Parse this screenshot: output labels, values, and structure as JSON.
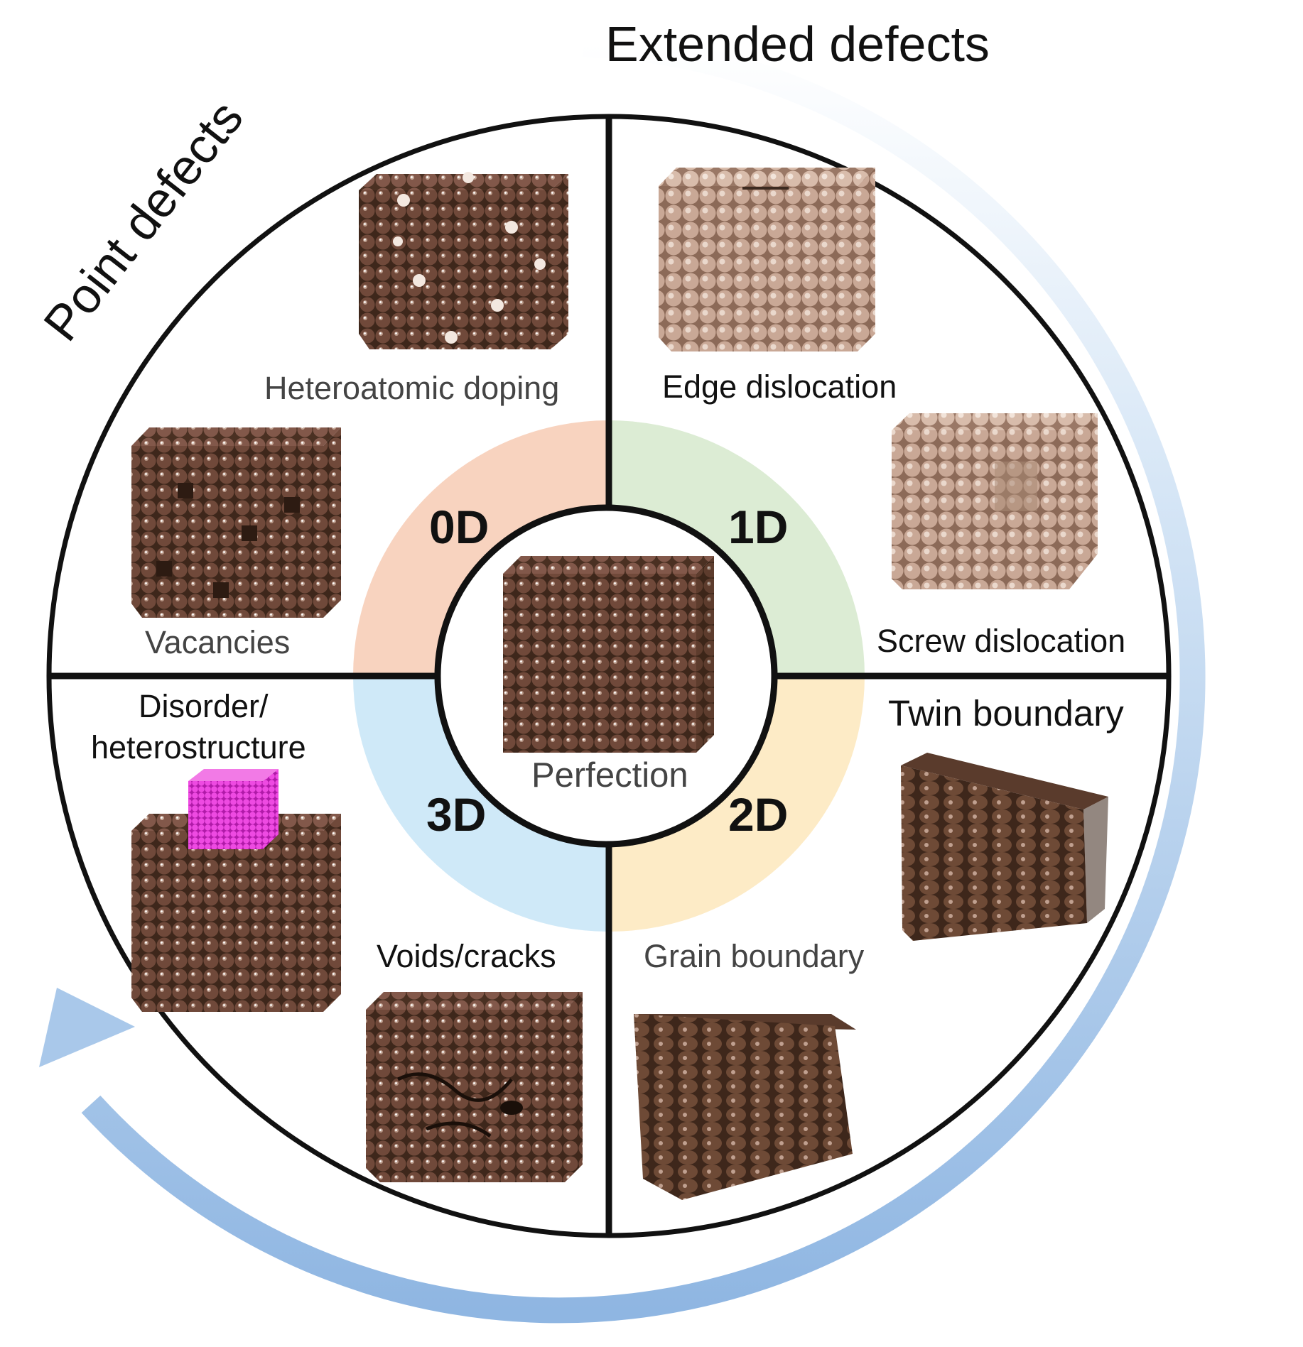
{
  "outer_labels": {
    "point_defects": "Point defects",
    "extended_defects": "Extended defects"
  },
  "dimensions": {
    "zero_d": "0D",
    "one_d": "1D",
    "two_d": "2D",
    "three_d": "3D"
  },
  "center": {
    "label": "Perfection"
  },
  "defects": {
    "heteroatomic_doping": "Heteroatomic doping",
    "vacancies": "Vacancies",
    "edge_dislocation": "Edge dislocation",
    "screw_dislocation": "Screw dislocation",
    "twin_boundary": "Twin boundary",
    "grain_boundary": "Grain boundary",
    "voids_cracks": "Voids/cracks",
    "disorder_line1": "Disorder/",
    "disorder_line2": "heterostructure"
  },
  "colors": {
    "zero_d_sector": "#f8d3bf",
    "one_d_sector": "#dcecd4",
    "two_d_sector": "#fdebc6",
    "three_d_sector": "#cfe9f8",
    "arrow": "#a9c8ea",
    "dark_atom": "#6e4a36",
    "light_atom": "#c9a896",
    "heterostructure": "#e23ad6"
  }
}
